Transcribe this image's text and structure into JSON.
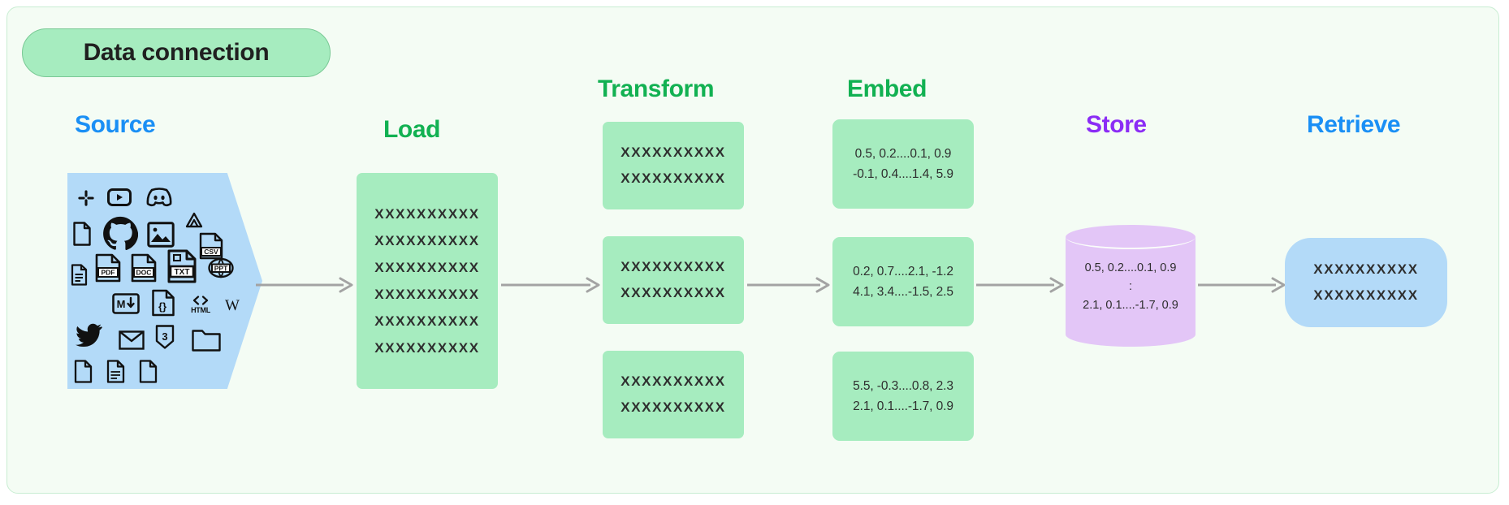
{
  "diagram": {
    "title": "Data connection",
    "background_color": "#f4fcf4",
    "border_color": "#c8edd2"
  },
  "colors": {
    "blue_heading": "#1a8ff5",
    "green_heading": "#12b152",
    "purple_heading": "#8b2cf5",
    "green_fill": "#a6ecbf",
    "blue_fill": "#b3daf8",
    "purple_fill": "#e3c6f7",
    "arrow": "#a3a3a3"
  },
  "stages": {
    "source": {
      "heading": "Source",
      "heading_color": "#1a8ff5",
      "icons": [
        "slack-icon",
        "youtube-icon",
        "discord-icon",
        "blank-file-icon",
        "github-icon",
        "image-icon",
        "google-drive-icon",
        "text-lines-file-icon",
        "pdf-file-icon",
        "doc-file-icon",
        "txt-file-icon",
        "csv-file-icon",
        "ppt-file-icon",
        "markdown-icon",
        "json-file-icon",
        "html-icon",
        "wikipedia-icon",
        "twitter-icon",
        "email-icon",
        "css3-icon",
        "folder-icon",
        "blank-file-icon",
        "text-lines-file-icon",
        "blank-file-icon"
      ]
    },
    "load": {
      "heading": "Load",
      "heading_color": "#12b152",
      "rows": [
        "XXXXXXXXXX",
        "XXXXXXXXXX",
        "XXXXXXXXXX",
        "XXXXXXXXXX",
        "XXXXXXXXXX",
        "XXXXXXXXXX"
      ]
    },
    "transform": {
      "heading": "Transform",
      "heading_color": "#12b152",
      "chunks": [
        {
          "lines": [
            "XXXXXXXXXX",
            "XXXXXXXXXX"
          ]
        },
        {
          "lines": [
            "XXXXXXXXXX",
            "XXXXXXXXXX"
          ]
        },
        {
          "lines": [
            "XXXXXXXXXX",
            "XXXXXXXXXX"
          ]
        }
      ]
    },
    "embed": {
      "heading": "Embed",
      "heading_color": "#12b152",
      "vectors": [
        {
          "line1": "0.5, 0.2....0.1, 0.9",
          "line2": "-0.1, 0.4....1.4, 5.9"
        },
        {
          "line1": "0.2, 0.7....2.1, -1.2",
          "line2": "4.1, 3.4....-1.5, 2.5"
        },
        {
          "line1": "5.5, -0.3....0.8, 2.3",
          "line2": "2.1, 0.1....-1.7, 0.9"
        }
      ]
    },
    "store": {
      "heading": "Store",
      "heading_color": "#8b2cf5",
      "line1": "0.5, 0.2....0.1, 0.9",
      "line2": ":",
      "line3": "2.1, 0.1....-1.7, 0.9"
    },
    "retrieve": {
      "heading": "Retrieve",
      "heading_color": "#1a8ff5",
      "lines": [
        "XXXXXXXXXX",
        "XXXXXXXXXX"
      ]
    }
  },
  "arrows": [
    {
      "name": "source-to-load"
    },
    {
      "name": "load-to-transform"
    },
    {
      "name": "transform-to-embed"
    },
    {
      "name": "embed-to-store"
    },
    {
      "name": "store-to-retrieve"
    }
  ]
}
